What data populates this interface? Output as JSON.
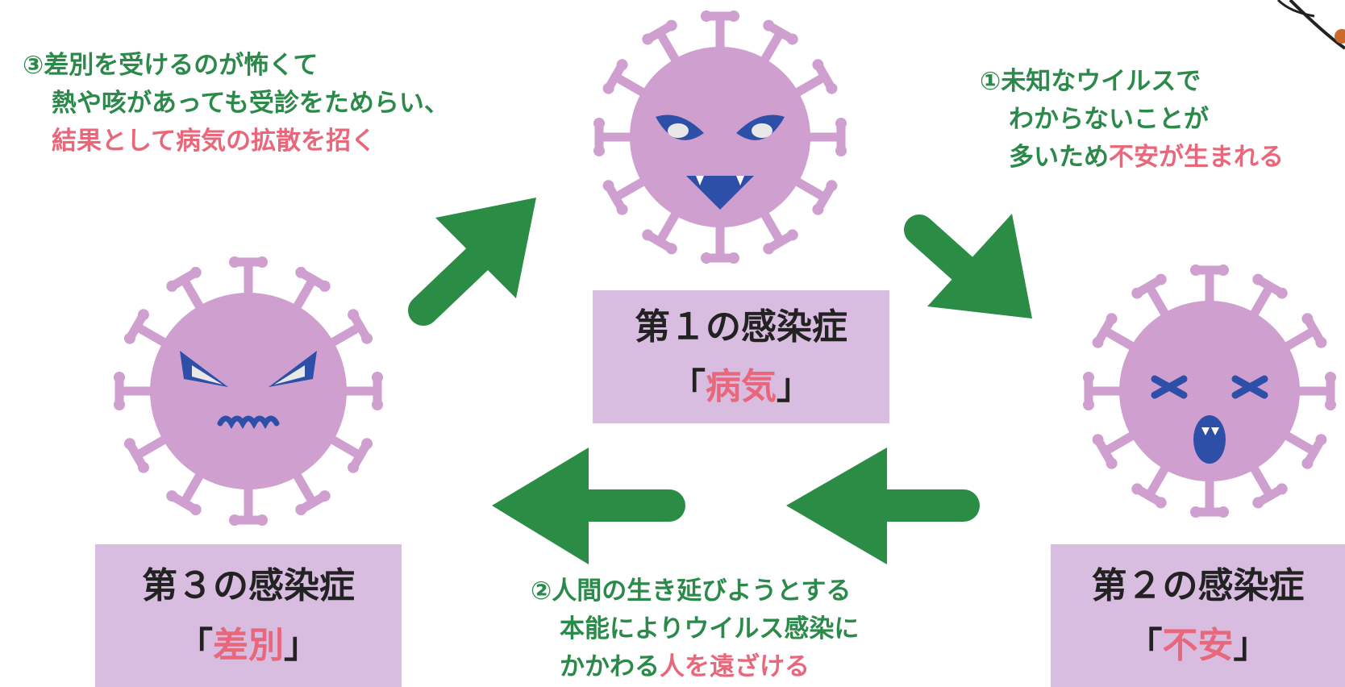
{
  "notes": {
    "top_left": {
      "line1": "③差別を受けるのが怖くて",
      "line2": "熱や咳があっても受診をためらい、",
      "line3": "結果として病気の拡散を招く"
    },
    "top_right": {
      "line1": "①未知なウイルスで",
      "line2": "わからないことが",
      "line3_pre": "多いため",
      "line3_hl": "不安が生まれる"
    },
    "bottom": {
      "line1": "②人間の生き延びようとする",
      "line2": "本能によりウイルス感染に",
      "line3_pre": "かかわる",
      "line3_hl": "人を遠ざける"
    }
  },
  "boxes": {
    "first": {
      "title": "第１の感染症",
      "open": "「",
      "word": "病気",
      "close": "」"
    },
    "second": {
      "title": "第２の感染症",
      "open": "「",
      "word": "不安",
      "close": "」"
    },
    "third": {
      "title": "第３の感染症",
      "open": "「",
      "word": "差別",
      "close": "」"
    }
  },
  "colors": {
    "virus": "#cf9fd0",
    "face": "#2e4fa8",
    "arrow": "#2a8c45",
    "box": "#d8bde0",
    "note_text": "#2b8a4a",
    "highlight": "#e8677a"
  }
}
